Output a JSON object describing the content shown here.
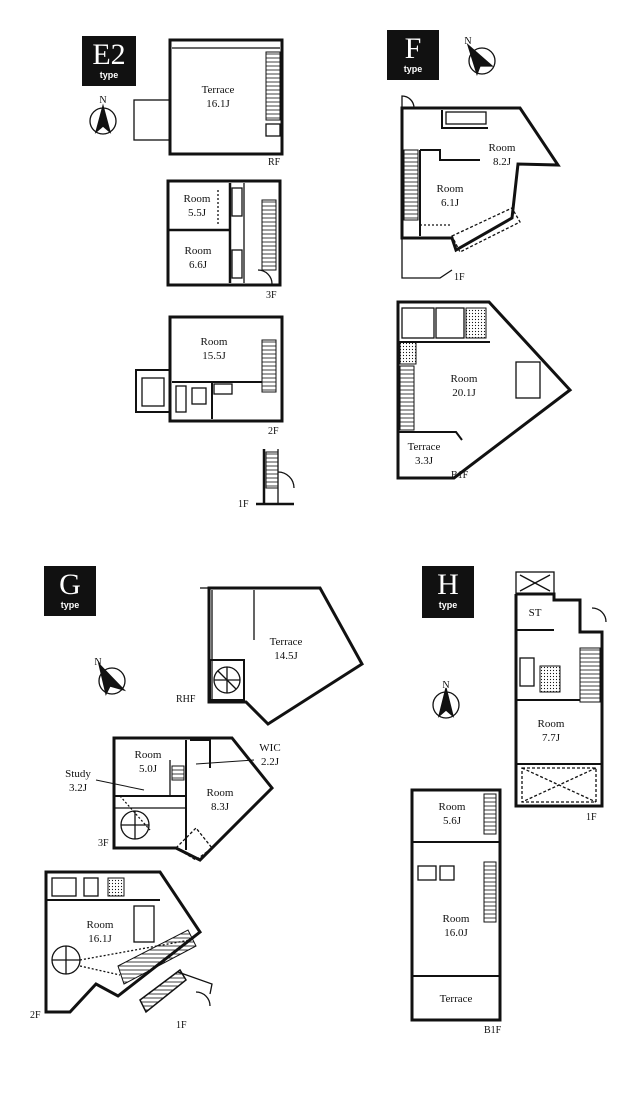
{
  "types": {
    "e2": {
      "letter": "E2",
      "sub": "type"
    },
    "f": {
      "letter": "F",
      "sub": "type"
    },
    "g": {
      "letter": "G",
      "sub": "type"
    },
    "h": {
      "letter": "H",
      "sub": "type"
    }
  },
  "compass_label": "N",
  "labels": {
    "e2_terrace": {
      "name": "Terrace",
      "area": "16.1J"
    },
    "e2_room55": {
      "name": "Room",
      "area": "5.5J"
    },
    "e2_room66": {
      "name": "Room",
      "area": "6.6J"
    },
    "e2_room155": {
      "name": "Room",
      "area": "15.5J"
    },
    "f_room82": {
      "name": "Room",
      "area": "8.2J"
    },
    "f_room61": {
      "name": "Room",
      "area": "6.1J"
    },
    "f_room201": {
      "name": "Room",
      "area": "20.1J"
    },
    "f_terrace": {
      "name": "Terrace",
      "area": "3.3J"
    },
    "g_terrace": {
      "name": "Terrace",
      "area": "14.5J"
    },
    "g_room50": {
      "name": "Room",
      "area": "5.0J"
    },
    "g_wic": {
      "name": "WIC",
      "area": "2.2J"
    },
    "g_study": {
      "name": "Study",
      "area": "3.2J"
    },
    "g_room83": {
      "name": "Room",
      "area": "8.3J"
    },
    "g_room161": {
      "name": "Room",
      "area": "16.1J"
    },
    "h_st": {
      "name": "ST"
    },
    "h_room77": {
      "name": "Room",
      "area": "7.7J"
    },
    "h_room56": {
      "name": "Room",
      "area": "5.6J"
    },
    "h_room160": {
      "name": "Room",
      "area": "16.0J"
    },
    "h_terrace": {
      "name": "Terrace"
    }
  },
  "floors": {
    "e2_rf": "RF",
    "e2_3f": "3F",
    "e2_2f": "2F",
    "e2_1f": "1F",
    "f_1f": "1F",
    "f_b1f": "B1F",
    "g_rhf": "RHF",
    "g_3f": "3F",
    "g_2f": "2F",
    "g_1f": "1F",
    "h_1f": "1F",
    "h_b1f": "B1F"
  }
}
